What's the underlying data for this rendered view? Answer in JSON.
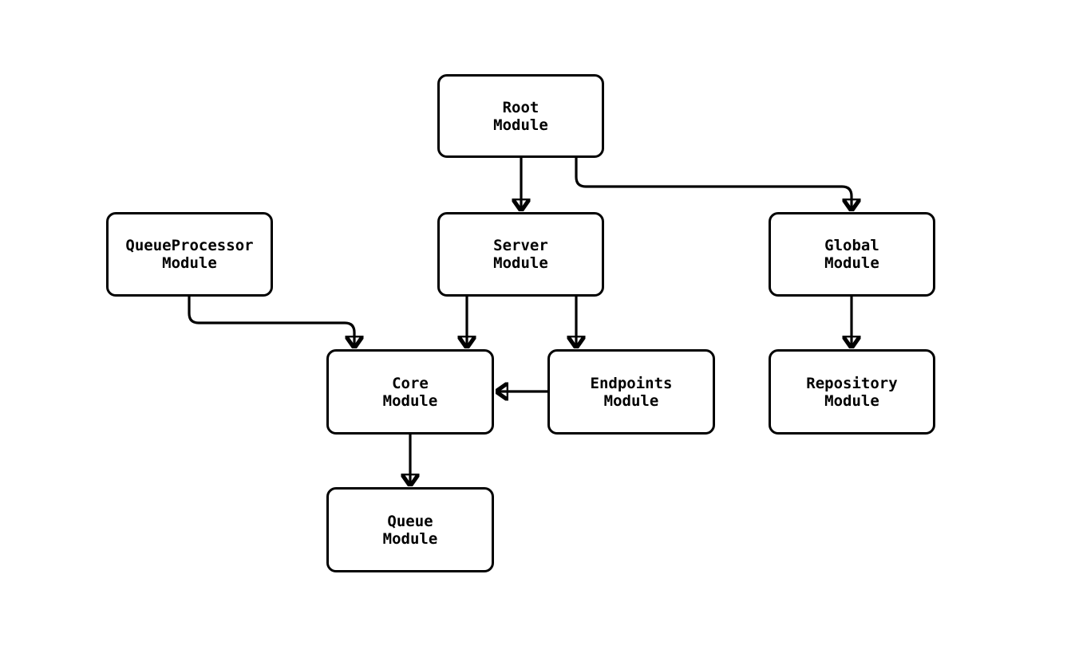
{
  "diagram": {
    "type": "flowchart",
    "colors": {
      "background": "#ffffff",
      "node_fill": "#ffffff",
      "stroke": "#000000",
      "text": "#000000"
    },
    "nodes": {
      "root": {
        "label": "Root\nModule"
      },
      "queue_processor": {
        "label": "QueueProcessor\nModule"
      },
      "server": {
        "label": "Server\nModule"
      },
      "global": {
        "label": "Global\nModule"
      },
      "core": {
        "label": "Core\nModule"
      },
      "endpoints": {
        "label": "Endpoints\nModule"
      },
      "repository": {
        "label": "Repository\nModule"
      },
      "queue": {
        "label": "Queue\nModule"
      }
    },
    "edges": [
      {
        "from": "Root Module",
        "to": "Server Module"
      },
      {
        "from": "Root Module",
        "to": "Global Module"
      },
      {
        "from": "QueueProcessor Module",
        "to": "Core Module"
      },
      {
        "from": "Server Module",
        "to": "Core Module"
      },
      {
        "from": "Server Module",
        "to": "Endpoints Module"
      },
      {
        "from": "Endpoints Module",
        "to": "Core Module"
      },
      {
        "from": "Global Module",
        "to": "Repository Module"
      },
      {
        "from": "Core Module",
        "to": "Queue Module"
      }
    ]
  }
}
